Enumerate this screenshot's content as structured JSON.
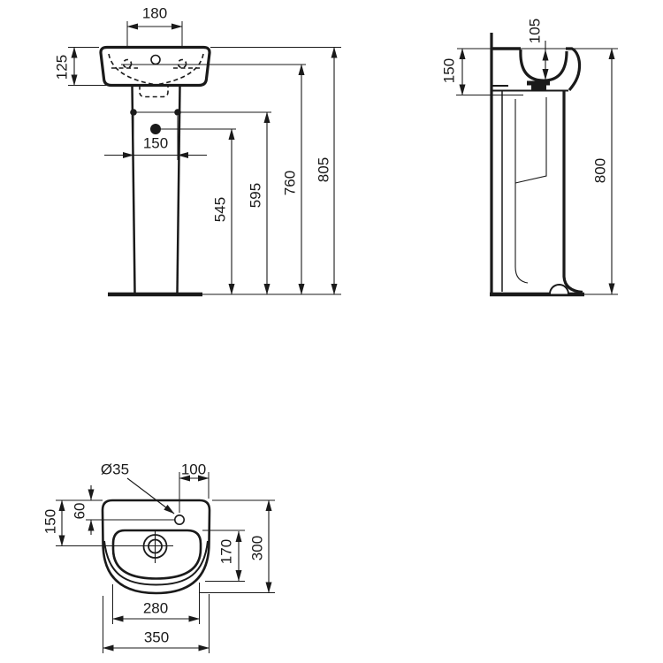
{
  "drawing": {
    "type": "technical-dimension-drawing",
    "subject": "washbasin-with-pedestal",
    "colors": {
      "line": "#1a1a1a",
      "background": "#ffffff"
    },
    "views": {
      "front": {
        "label": "front-view",
        "dims": {
          "tap_hole_spacing": "180",
          "basin_height": "125",
          "pedestal_hole_spacing": "150",
          "h_545": "545",
          "h_595": "595",
          "h_760": "760",
          "h_805": "805"
        }
      },
      "side": {
        "label": "side-view",
        "dims": {
          "bowl_depth": "105",
          "basin_section_height": "150",
          "total_height": "800"
        }
      },
      "plan": {
        "label": "plan-view",
        "dims": {
          "tap_hole_diameter": "Ø35",
          "tap_offset_right": "100",
          "tap_offset_front": "60",
          "drain_offset": "150",
          "bowl_inner_depth": "170",
          "total_depth": "300",
          "bowl_inner_width": "280",
          "total_width": "350"
        }
      }
    }
  }
}
